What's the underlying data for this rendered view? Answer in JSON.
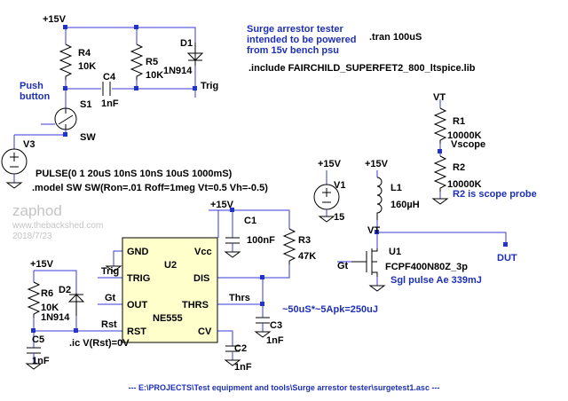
{
  "title_note": [
    "Surge arrestor tester",
    "intended to be powered",
    "from 15v bench psu"
  ],
  "tran_directive": ".tran 100uS",
  "include_directive": ".include FAIRCHILD_SUPERFET2_800_ltspice.lib",
  "pulse_directive": "PULSE(0 1 20uS 10nS 10nS 10uS 1000mS)",
  "model_directive": ".model SW SW(Ron=.01 Roff=1meg Vt=0.5 Vh=-0.5)",
  "ic_directive": ".ic V(Rst)=0V",
  "watermark": {
    "name": "zaphod",
    "site": "www.thebackshed.com",
    "date": "2018/7/23"
  },
  "footer": "---  E:\\PROJECTS\\Test equipment and tools\\Surge arrestor tester\\surgetest1.asc  ---",
  "components": {
    "r4": {
      "ref": "R4",
      "value": "10K"
    },
    "r5": {
      "ref": "R5",
      "value": "10K"
    },
    "c4": {
      "ref": "C4",
      "value": "1nF"
    },
    "d1": {
      "ref": "D1",
      "value": "1N914"
    },
    "s1": {
      "ref": "S1",
      "value": "SW"
    },
    "v3": {
      "ref": "V3"
    },
    "push": [
      "Push",
      "button"
    ],
    "r1": {
      "ref": "R1",
      "value": "10000K"
    },
    "r2": {
      "ref": "R2",
      "value": "10000K"
    },
    "v1": {
      "ref": "V1",
      "value": "15"
    },
    "l1": {
      "ref": "L1",
      "value": "160µH"
    },
    "u1": {
      "ref": "U1",
      "value": "FCPF400N80Z_3p"
    },
    "c1": {
      "ref": "C1",
      "value": "100nF"
    },
    "r3": {
      "ref": "R3",
      "value": "47K"
    },
    "c3": {
      "ref": "C3",
      "value": "1nF"
    },
    "c2": {
      "ref": "C2",
      "value": "1nF"
    },
    "r6": {
      "ref": "R6",
      "value": "10K"
    },
    "d2": {
      "ref": "D2",
      "value": "1N914"
    },
    "c5": {
      "ref": "C5",
      "value": "1nF"
    }
  },
  "ic": {
    "ref": "U2",
    "part": "NE555",
    "pins": {
      "gnd": "GND",
      "vcc": "Vcc",
      "trig": "TRIG",
      "dis": "DIS",
      "out": "OUT",
      "thrs": "THRS",
      "rst": "RST",
      "cv": "CV"
    }
  },
  "nets": {
    "plus15": "+15V",
    "trig": "Trig",
    "sw": "SW",
    "vt": "VT",
    "vscope": "Vscope",
    "gt": "Gt",
    "rst": "Rst",
    "thrs": "Thrs",
    "dut": "DUT"
  },
  "notes": {
    "scope_probe": "R2 is scope probe",
    "pulse_energy": "Sgl pulse Ae 339mJ",
    "pulse_calc": "~50uS*~5Apk=250uJ"
  }
}
